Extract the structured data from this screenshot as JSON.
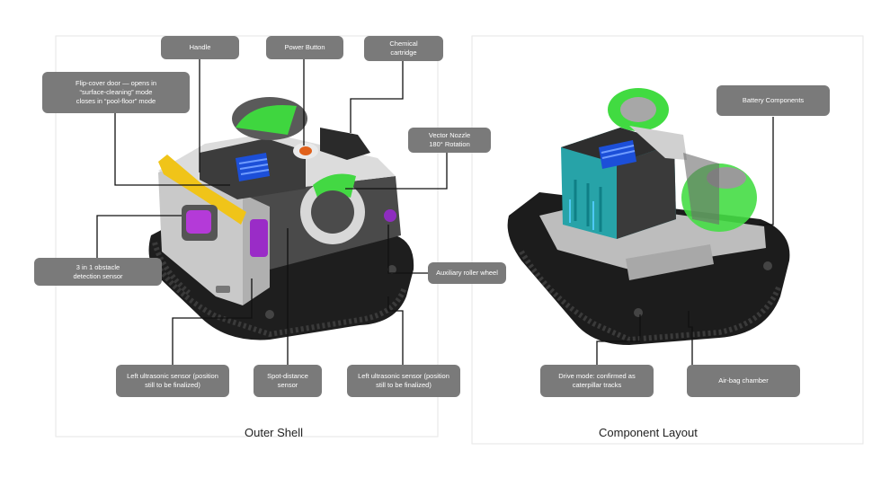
{
  "labels": {
    "handle": "Handle",
    "power_button": "Power Button",
    "chemical_cartridge": "Chemical\ncartridge",
    "flip_cover_door": "Flip-cover door — opens in\n“surface-cleaning” mode\ncloses in “pool-floor” mode",
    "vector_nozzle": "Vector Nozzle\n180° Rotation",
    "obstacle_sensor": "3 in 1 obstacle\ndetection sensor",
    "auxiliary_roller": "Auxiliary roller wheel",
    "left_ultrasonic_a": "Left ultrasonic sensor (position\nstill to be finalized)",
    "spot_distance": "Spot-distance\nsensor",
    "left_ultrasonic_b": "Left ultrasonic sensor (position\nstill to be finalized)",
    "battery_components": "Battery Components",
    "drive_mode": "Drive mode: confirmed as\ncaterpillar tracks",
    "air_bag": "Air-bag chamber"
  },
  "captions": {
    "outer_shell": "Outer Shell",
    "component_layout": "Component Layout"
  }
}
